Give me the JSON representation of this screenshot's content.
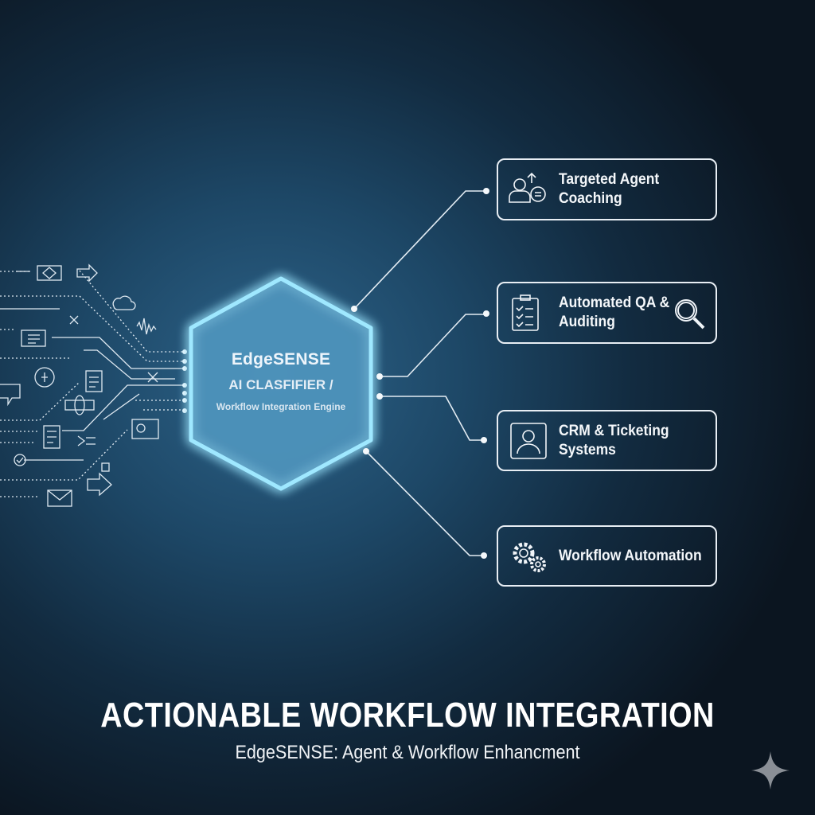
{
  "hub": {
    "title": "EdgeSENSE",
    "subtitle": "AI CLASFIFIER /",
    "engine": "Workflow Integration Engine"
  },
  "outputs": [
    {
      "label_line1": "Targeted Agent",
      "label_line2": "Coaching",
      "icon": "agent-coaching-icon"
    },
    {
      "label_line1": "Automated QA &",
      "label_line2": "Auditing",
      "icon": "checklist-icon"
    },
    {
      "label_line1": "CRM & Ticketing",
      "label_line2": "Systems",
      "icon": "crm-profile-icon"
    },
    {
      "label_line1": "Workflow Automation",
      "label_line2": "",
      "icon": "gears-icon"
    }
  ],
  "footer": {
    "title": "ACTIONABLE WORKFLOW INTEGRATION",
    "subtitle": "EdgeSENSE: Agent & Workflow Enhancment"
  },
  "colors": {
    "glow": "#7fe0ff",
    "line": "#e8eef4",
    "bg_center": "#2d6389",
    "bg_edge": "#0b1520"
  }
}
